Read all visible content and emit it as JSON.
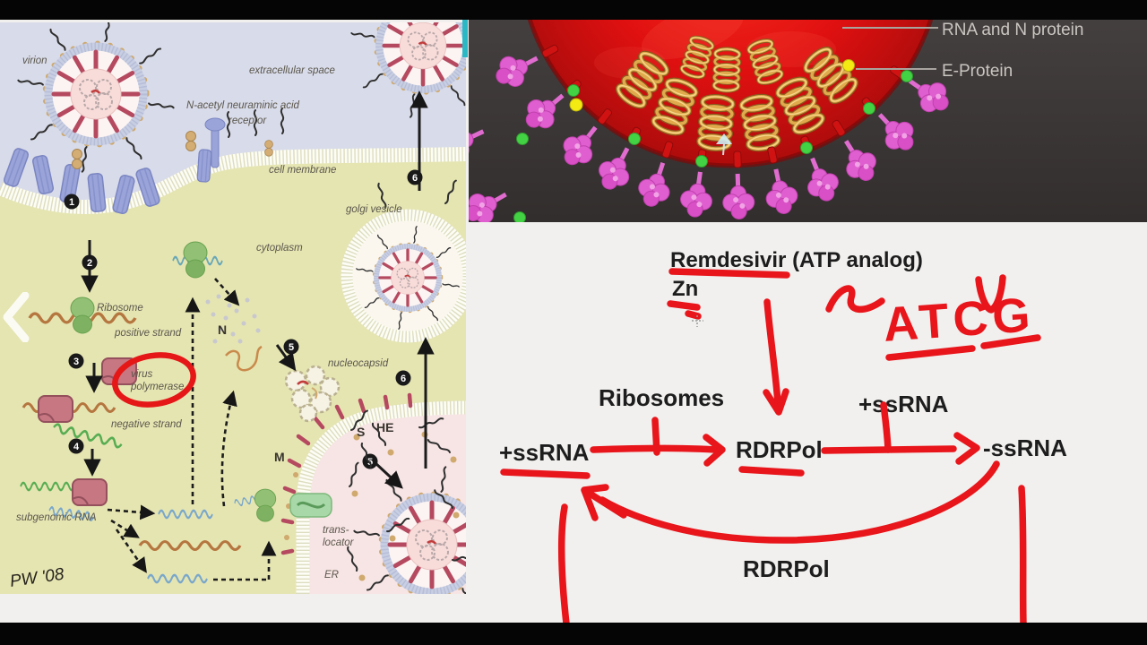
{
  "left_diagram": {
    "labels": {
      "virion": "virion",
      "extracellular_space": "extracellular space",
      "receptor_name": "N-acetyl neuraminic acid",
      "receptor_word": "receptor",
      "cell_membrane": "cell membrane",
      "golgi_vesicle": "golgi vesicle",
      "cytoplasm": "cytoplasm",
      "ribosome": "Ribosome",
      "positive_strand": "positive strand",
      "virus_word": "virus",
      "polymerase_word": "polymerase",
      "negative_strand": "negative strand",
      "subgenomic_rna": "subgenomic RNA",
      "nucleocapsid": "nucleocapsid",
      "protein_n": "N",
      "protein_m": "M",
      "protein_s": "S",
      "protein_he": "HE",
      "translocator_line1": "trans-",
      "translocator_line2": "locator",
      "er": "ER",
      "signature": "PW '08"
    },
    "steps": {
      "s1": "1",
      "s2": "2",
      "s3": "3",
      "s4": "4",
      "s5": "5",
      "s6": "6"
    }
  },
  "virus_image": {
    "labels": {
      "rna_n": "RNA and N protein",
      "e_protein": "E-Protein"
    }
  },
  "whiteboard": {
    "remdesivir": "Remdesivir (ATP analog)",
    "zn": "Zn",
    "atcg": "ATCG",
    "ribosomes": "Ribosomes",
    "plus_ssrna_left": "+ssRNA",
    "rdrpol": "RDRPol",
    "plus_ssrna_right": "+ssRNA",
    "minus_ssrna": "-ssRNA",
    "rdrpol_bottom": "RDRPol"
  },
  "colors": {
    "marker_red": "#e8151b",
    "board": "#f1f0ee",
    "dark_panel": "#3a3636",
    "accent_teal": "#2ab8c5"
  }
}
